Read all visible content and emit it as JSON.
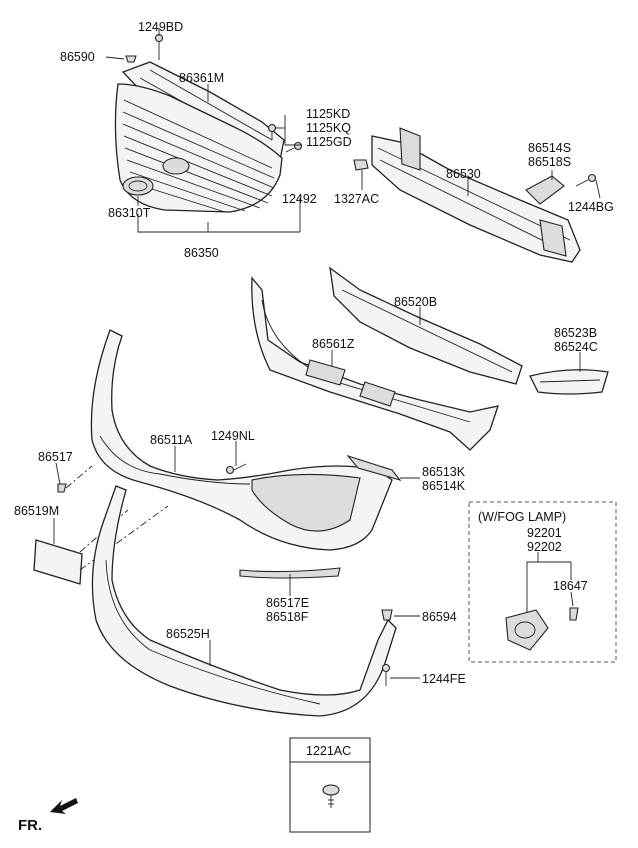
{
  "labels": {
    "p1249BD": "1249BD",
    "p86590": "86590",
    "p86361M": "86361M",
    "p1125KD": "1125KD",
    "p1125KQ": "1125KQ",
    "p1125GD": "1125GD",
    "p86514S": "86514S",
    "p86518S": "86518S",
    "p86530": "86530",
    "p1327AC": "1327AC",
    "p1244BG": "1244BG",
    "p12492": "12492",
    "p86310T": "86310T",
    "p86350": "86350",
    "p86520B": "86520B",
    "p86523B": "86523B",
    "p86524C": "86524C",
    "p86561Z": "86561Z",
    "p86511A": "86511A",
    "p1249NL": "1249NL",
    "p86517": "86517",
    "p86513K": "86513K",
    "p86514K": "86514K",
    "p86519M": "86519M",
    "fog_title": "(W/FOG LAMP)",
    "p92201": "92201",
    "p92202": "92202",
    "p18647": "18647",
    "p86517E": "86517E",
    "p86518F": "86518F",
    "p86594": "86594",
    "p86525H": "86525H",
    "p1244FE": "1244FE",
    "p1221AC": "1221AC",
    "fr": "FR."
  },
  "icons": {
    "fr_arrow": "arrow-icon",
    "clip": "clip-icon"
  }
}
